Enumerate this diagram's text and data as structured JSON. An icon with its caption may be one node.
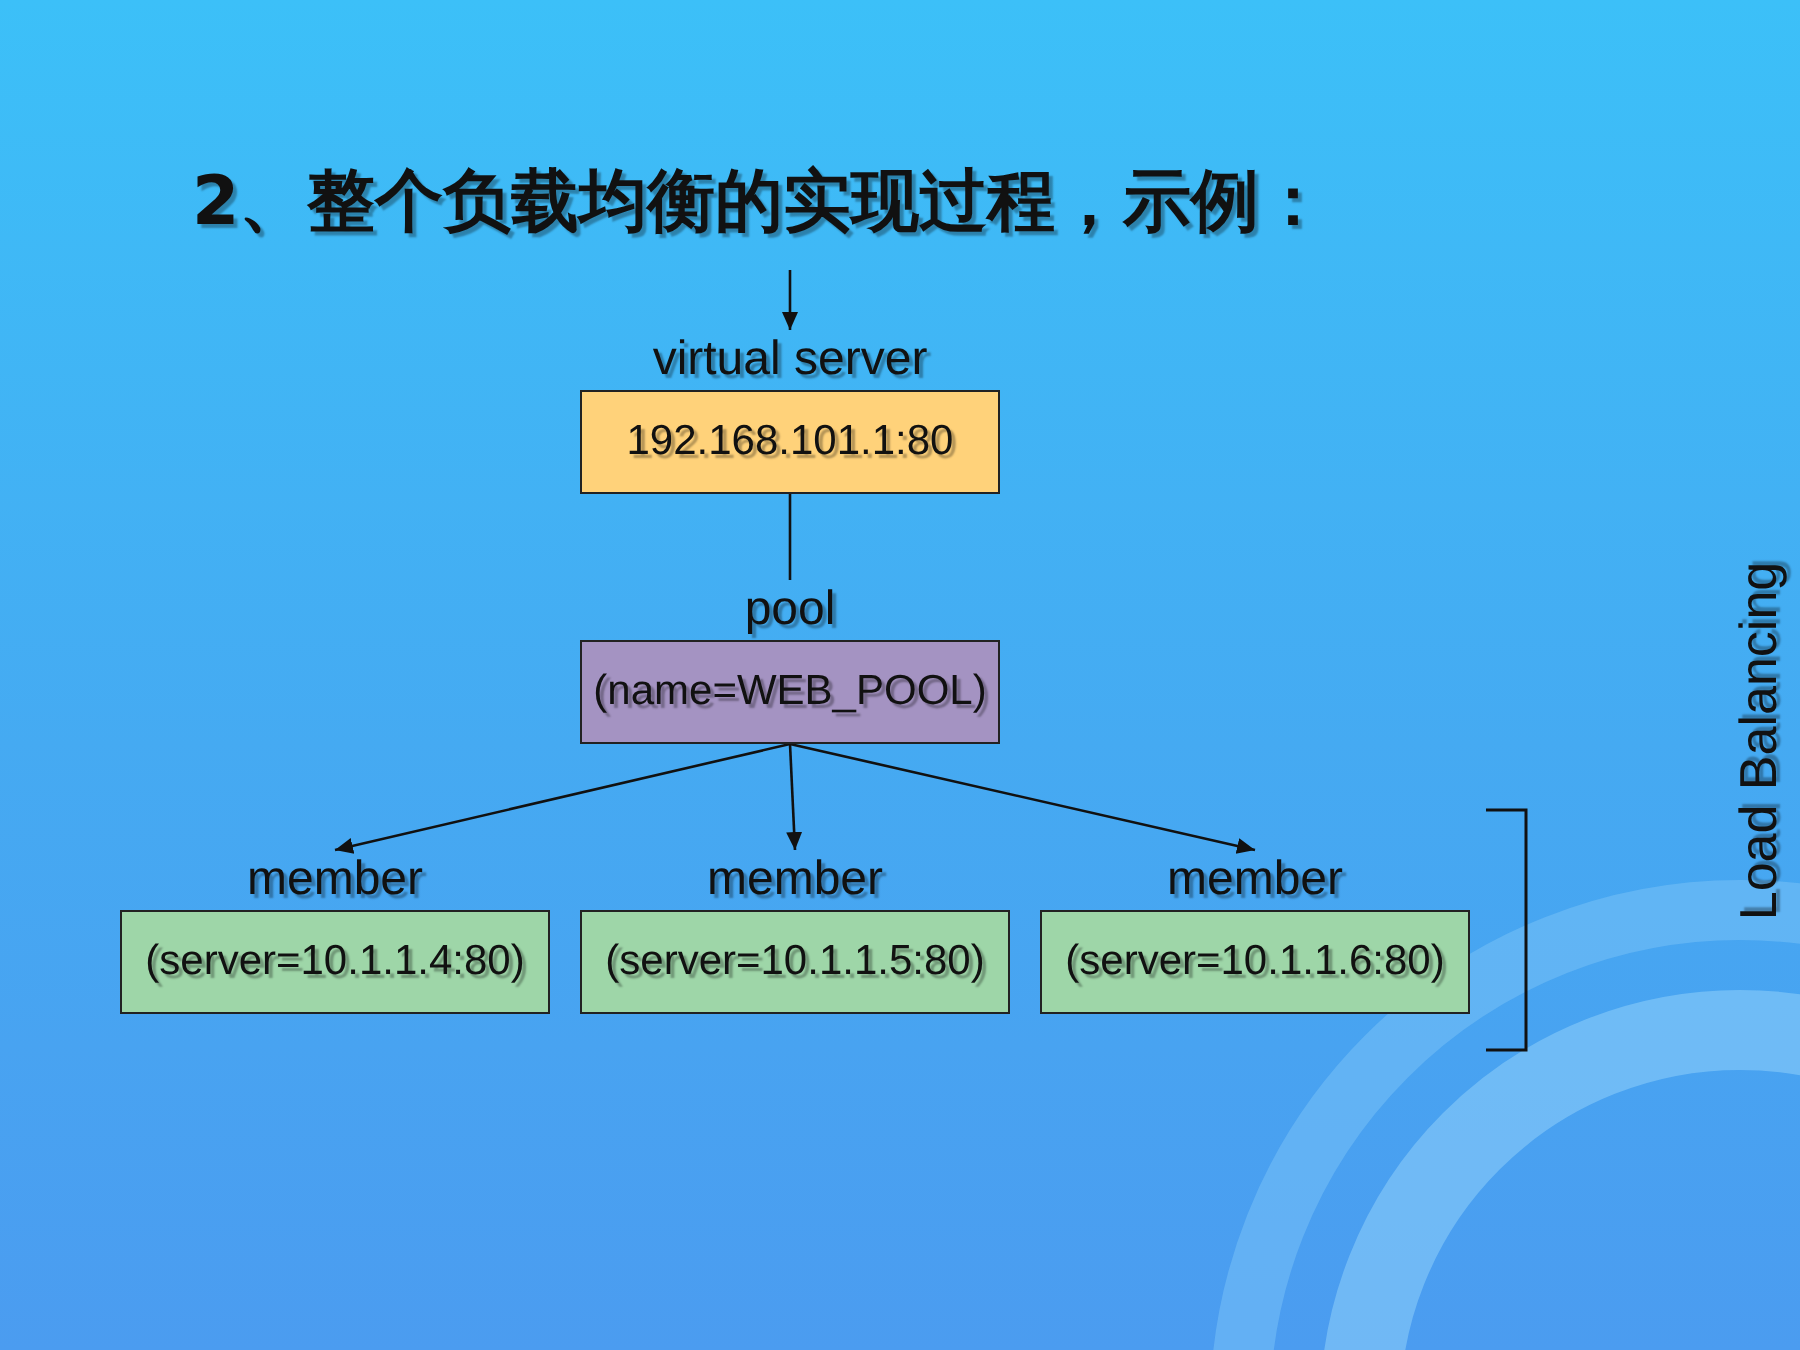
{
  "diagram": {
    "title": "2、整个负载均衡的实现过程，示例：",
    "nodes": [
      {
        "text": [
          "virtual server",
          "192.168.101.1:80"
        ]
      },
      {
        "text": [
          "pool",
          "(name=WEB_POOL)"
        ]
      },
      {
        "text": [
          "member",
          "(server=10.1.1.4:80)"
        ]
      },
      {
        "text": [
          "member",
          "(server=10.1.1.5:80)"
        ]
      },
      {
        "text": [
          "member",
          "(server=10.1.1.6:80)"
        ]
      }
    ],
    "edges": [
      {
        "from": null,
        "to": 0,
        "arrow": "to"
      },
      {
        "from": 0,
        "to": 1,
        "arrow": "none"
      },
      {
        "from": 1,
        "to": 2,
        "arrow": "to"
      },
      {
        "from": 1,
        "to": 3,
        "arrow": "to"
      },
      {
        "from": 1,
        "to": 4,
        "arrow": "to"
      }
    ],
    "labels": [
      "Load Balancing"
    ]
  }
}
